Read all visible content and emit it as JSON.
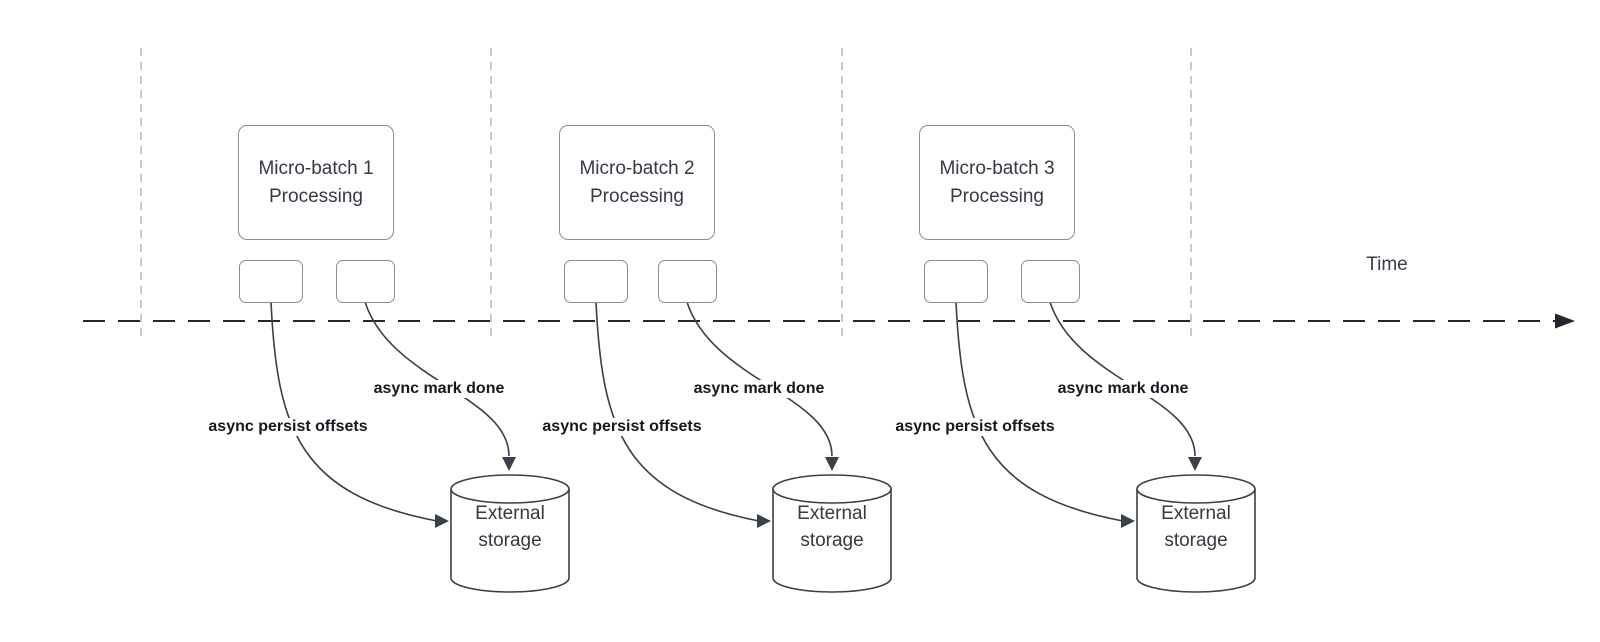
{
  "timeline": {
    "label": "Time"
  },
  "colors": {
    "curve_stroke": "#3a4049",
    "axis_stroke": "#23262c",
    "divider_stroke": "#b4b7bc",
    "box_border": "#878d95",
    "box_text": "#343a44",
    "label_text": "#14181f"
  },
  "sections": [
    {
      "box_label": "Micro-batch 1 Processing",
      "persist_label": "async persist offsets",
      "done_label": "async mark done",
      "storage_label": "External storage"
    },
    {
      "box_label": "Micro-batch 2 Processing",
      "persist_label": "async persist offsets",
      "done_label": "async mark done",
      "storage_label": "External storage"
    },
    {
      "box_label": "Micro-batch 3 Processing",
      "persist_label": "async persist offsets",
      "done_label": "async mark done",
      "storage_label": "External storage"
    }
  ]
}
